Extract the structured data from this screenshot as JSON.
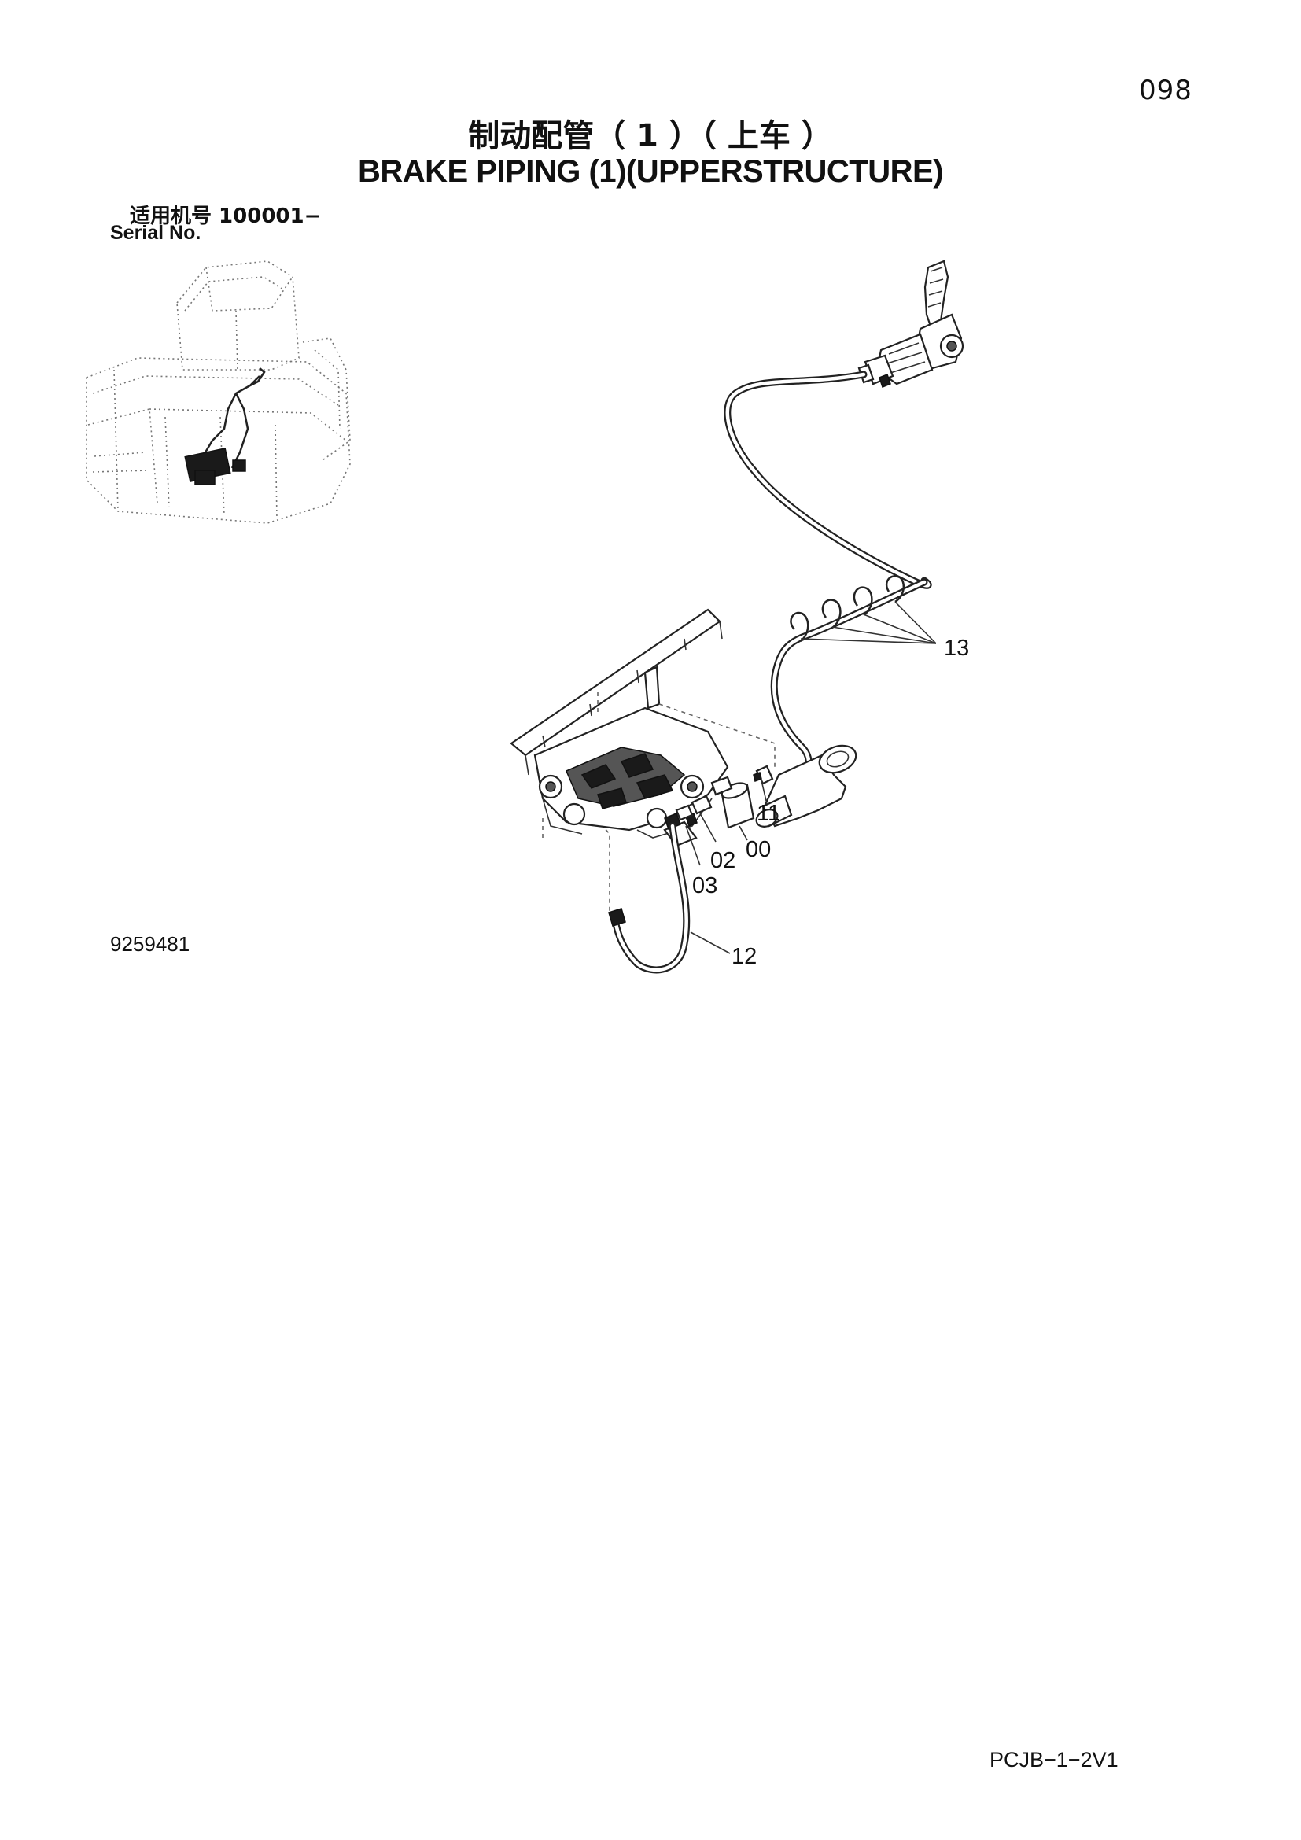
{
  "page": {
    "page_number": "098",
    "title_cn": "制动配管（ 1 ）（ 上车 ）",
    "title_en": "BRAKE PIPING (1)(UPPERSTRUCTURE)",
    "serial_label_cn": "适用机号  100001−",
    "serial_label_en": "Serial No.",
    "drawing_number": "9259481",
    "doc_code": "PCJB−1−2V1"
  },
  "callouts": {
    "c13": "13",
    "c11": "11",
    "c00": "00",
    "c02": "02",
    "c03": "03",
    "c12": "12"
  }
}
